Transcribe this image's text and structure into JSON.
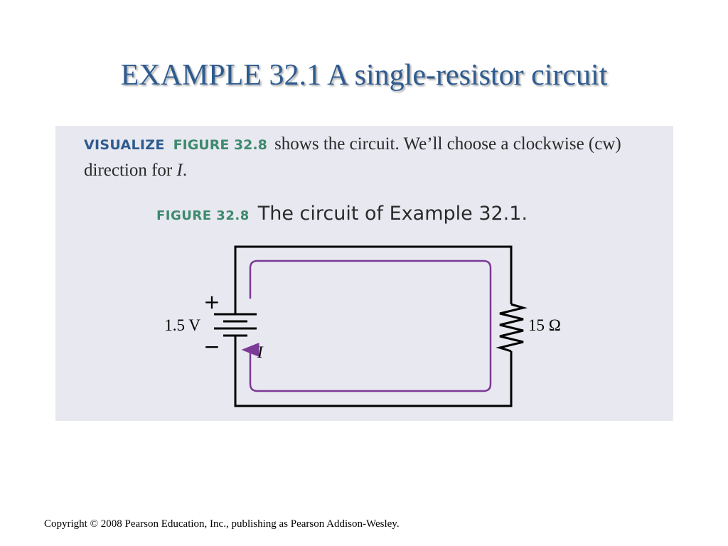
{
  "title": "EXAMPLE 32.1 A single-resistor circuit",
  "visualize": {
    "keyword": "VISUALIZE",
    "figure_ref": "FIGURE 32.8",
    "text_before_var": "shows the circuit. We’ll choose a clockwise (cw) direction for ",
    "variable": "I",
    "text_after_var": "."
  },
  "figure": {
    "label": "FIGURE 32.8",
    "caption": "The circuit of Example 32.1."
  },
  "circuit": {
    "battery_voltage": "1.5 V",
    "plus_sign": "+",
    "minus_sign": "−",
    "resistance": "15 Ω",
    "current_label": "I"
  },
  "colors": {
    "title": "#2e5b8f",
    "panel_bg": "#e8e8f0",
    "visualize_keyword": "#2e5b8f",
    "figure_keyword": "#3d8a6e",
    "current_loop": "#7b3a96",
    "wire": "#000000"
  },
  "copyright": "Copyright © 2008 Pearson Education, Inc., publishing as Pearson Addison-Wesley."
}
